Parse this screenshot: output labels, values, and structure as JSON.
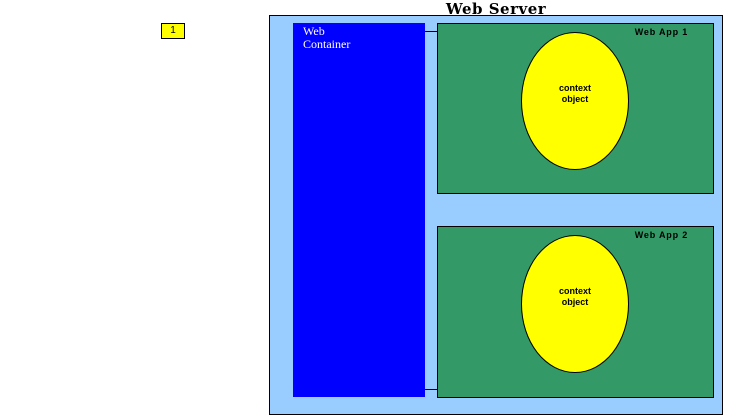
{
  "badge": {
    "label": "1"
  },
  "web_server": {
    "title": "Web Server"
  },
  "web_container": {
    "label": "Web\nContainer"
  },
  "apps": [
    {
      "title": "Web App 1",
      "context_label": "context\nobject"
    },
    {
      "title": "Web App 2",
      "context_label": "context\nobject"
    }
  ],
  "colors": {
    "server_bg": "#99ccff",
    "container_bg": "#0000ff",
    "app_bg": "#339966",
    "context_bg": "#ffff00",
    "badge_bg": "#ffff00"
  }
}
